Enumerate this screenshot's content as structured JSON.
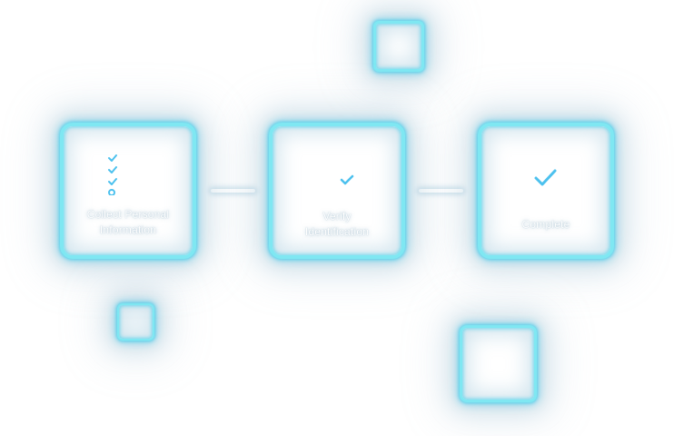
{
  "steps": [
    {
      "icon": "checklist-icon",
      "label_line1": "Collect Personal",
      "label_line2": "Information"
    },
    {
      "icon": "id-card-check-icon",
      "label_line1": "Verify",
      "label_line2": "Identification"
    },
    {
      "icon": "check-circle-icon",
      "label_line1": "Complete"
    }
  ],
  "colors": {
    "accent": "#7fe7f2",
    "icon_check": "#4cc1ee",
    "background": "#ffffff"
  }
}
